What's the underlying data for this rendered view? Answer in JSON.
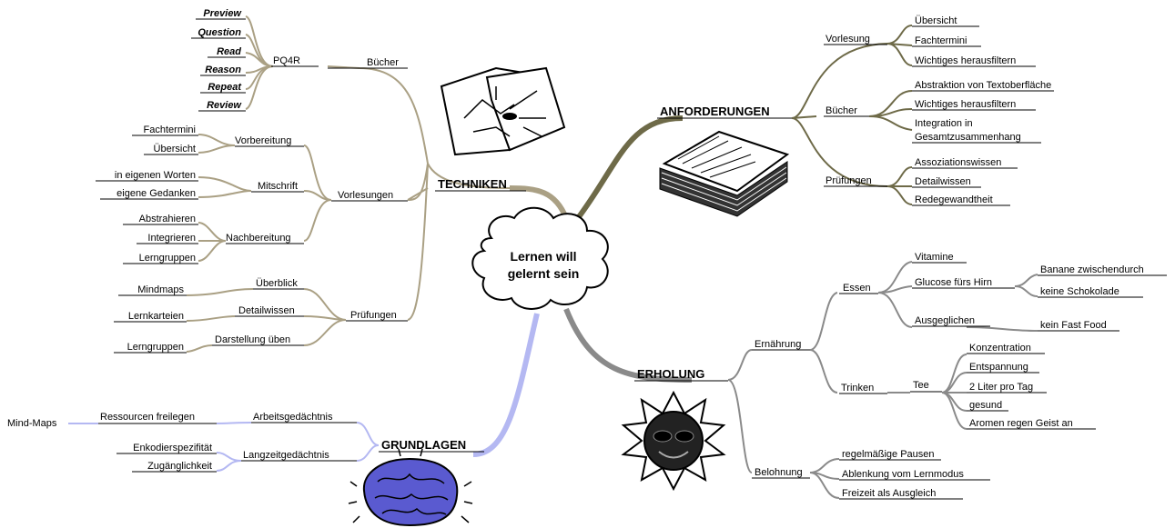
{
  "center": {
    "line1": "Lernen will",
    "line2": "gelernt sein"
  },
  "colors": {
    "techniken": "#aaa084",
    "anforderungen": "#6e6a48",
    "erholung": "#8a8a8a",
    "grundlagen": "#b4b8f2"
  },
  "techniken": {
    "label": "TECHNIKEN",
    "buecher": {
      "label": "Bücher",
      "pq4r": "PQ4R",
      "steps": [
        "Preview",
        "Question",
        "Read",
        "Reason",
        "Repeat",
        "Review"
      ]
    },
    "vorlesungen": {
      "label": "Vorlesungen",
      "vorbereitung": {
        "label": "Vorbereitung",
        "items": [
          "Fachtermini",
          "Übersicht"
        ]
      },
      "mitschrift": {
        "label": "Mitschrift",
        "items": [
          "in eigenen Worten",
          "eigene Gedanken"
        ]
      },
      "nachbereitung": {
        "label": "Nachbereitung",
        "items": [
          "Abstrahieren",
          "Integrieren",
          "Lerngruppen"
        ]
      }
    },
    "pruefungen": {
      "label": "Prüfungen",
      "ueberblick": {
        "label": "Überblick",
        "item": "Mindmaps"
      },
      "detailwissen": {
        "label": "Detailwissen",
        "item": "Lernkarteien"
      },
      "darstellung": {
        "label": "Darstellung üben",
        "item": "Lerngruppen"
      }
    }
  },
  "anforderungen": {
    "label": "ANFORDERUNGEN",
    "vorlesung": {
      "label": "Vorlesung",
      "items": [
        "Übersicht",
        "Fachtermini",
        "Wichtiges herausfiltern"
      ]
    },
    "buecher": {
      "label": "Bücher",
      "items": [
        "Abstraktion von Textoberfläche",
        "Wichtiges herausfiltern"
      ],
      "integration1": "Integration in",
      "integration2": "Gesamtzusammenhang"
    },
    "pruefungen": {
      "label": "Prüfungen",
      "items": [
        "Assoziationswissen",
        "Detailwissen",
        "Redegewandtheit"
      ]
    }
  },
  "erholung": {
    "label": "ERHOLUNG",
    "ernaehrung": {
      "label": "Ernährung",
      "essen": {
        "label": "Essen",
        "vitamine": "Vitamine",
        "glucose": {
          "label": "Glucose fürs Hirn",
          "items": [
            "Banane zwischendurch",
            "keine Schokolade"
          ]
        },
        "ausgeglichen": {
          "label": "Ausgeglichen",
          "item": "kein Fast Food"
        }
      },
      "trinken": {
        "label": "Trinken",
        "tee": {
          "label": "Tee",
          "items": [
            "Konzentration",
            "Entspannung",
            "2 Liter pro Tag",
            "gesund",
            "Aromen regen Geist an"
          ]
        }
      }
    },
    "belohnung": {
      "label": "Belohnung",
      "items": [
        "regelmäßige Pausen",
        "Ablenkung vom Lernmodus",
        "Freizeit als Ausgleich"
      ]
    }
  },
  "grundlagen": {
    "label": "GRUNDLAGEN",
    "arbeitsgedaechtnis": {
      "label": "Arbeitsgedächtnis",
      "ressourcen": "Ressourcen freilegen",
      "mindmaps": "Mind-Maps"
    },
    "langzeitgedaechtnis": {
      "label": "Langzeitgedächtnis",
      "items": [
        "Enkodierspezifität",
        "Zugänglichkeit"
      ]
    }
  }
}
